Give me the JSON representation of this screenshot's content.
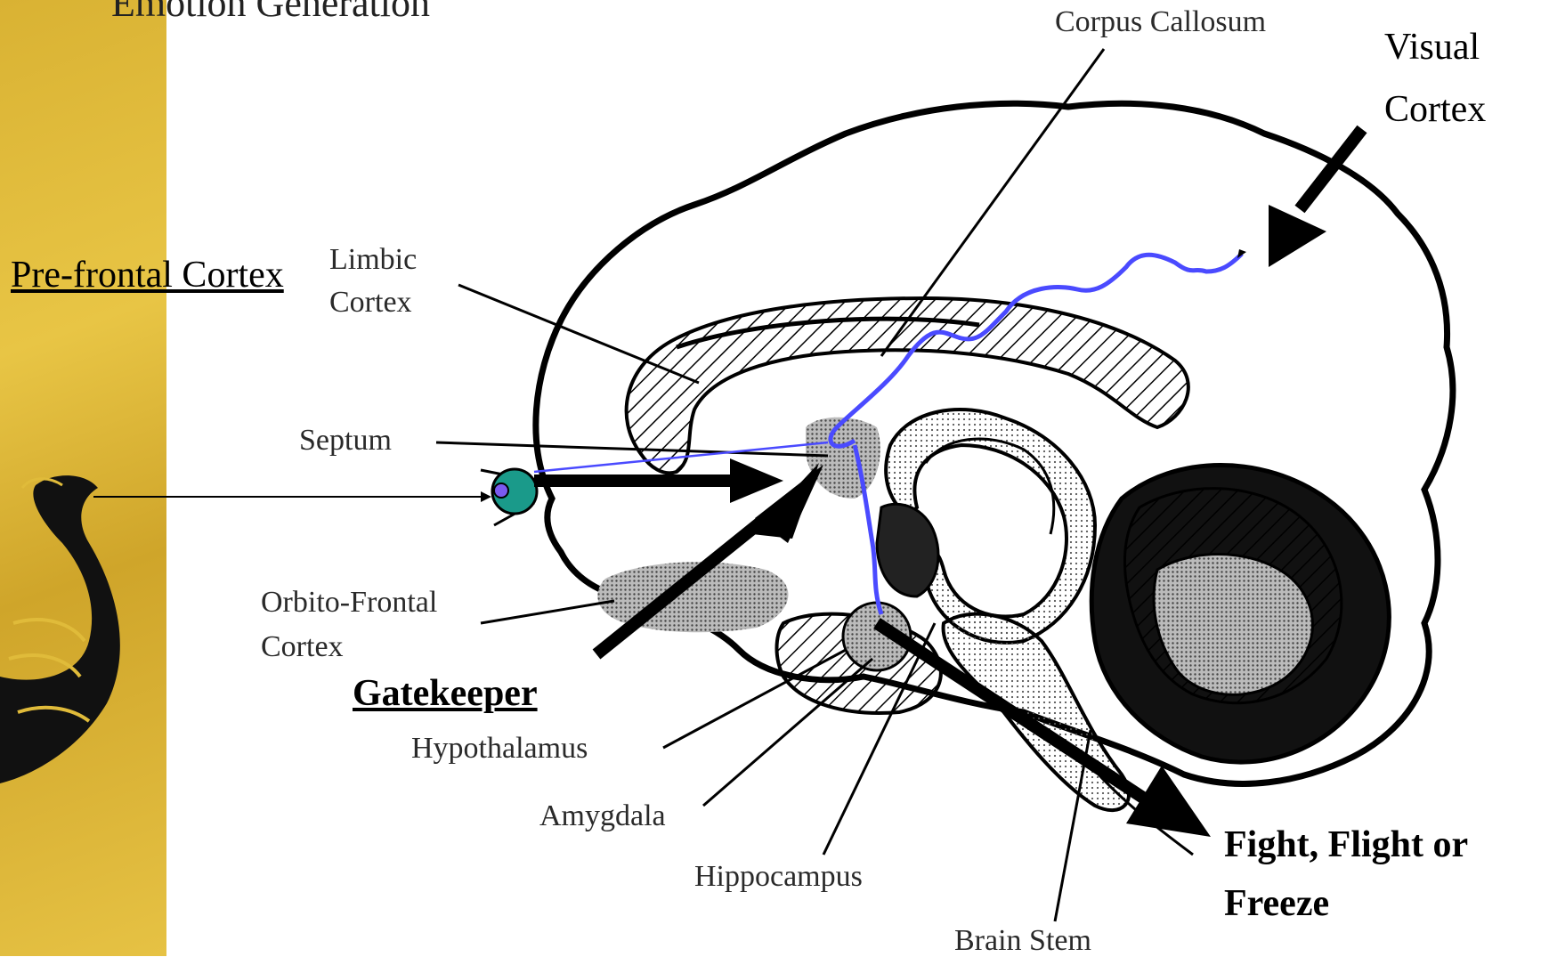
{
  "title": "Emotion Generation",
  "labels": {
    "corpus_callosum": "Corpus Callosum",
    "visual_cortex": "Visual\nCortex",
    "prefrontal": "Pre-frontal Cortex",
    "limbic": "Limbic\nCortex",
    "septum": "Septum",
    "orbito": "Orbito-Frontal\nCortex",
    "gatekeeper": "Gatekeeper",
    "hypothalamus": "Hypothalamus",
    "amygdala": "Amygdala",
    "hippocampus": "Hippocampus",
    "brain_stem": "Brain Stem",
    "response": "Fight, Flight or\nFreeze"
  },
  "colors": {
    "sidebar": "#e0bb3a",
    "pathway": "#4a4aff",
    "eye": "#1a9a8a",
    "pupil": "#7a5af0"
  }
}
